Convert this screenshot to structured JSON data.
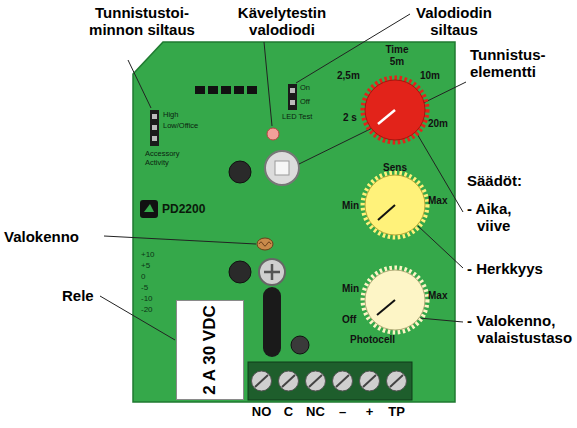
{
  "diagram": {
    "nodes": [
      {
        "text": [
          "2 A 30 VDC"
        ]
      }
    ],
    "labels": [
      "Tunnistustoi- minnon siltaus",
      "Kävelytestin valodiodi",
      "Valodiodin siltaus",
      "Tunnistus- elementti",
      "Säädöt:",
      "- Aika, viive",
      "- Herkkyys",
      "- Valokenno, valaistustaso",
      "Valokenno",
      "Rele",
      "Time",
      "5m",
      "2,5m",
      "10m",
      "2 s",
      "20m",
      "Sens",
      "Min",
      "Max",
      "Min",
      "Max",
      "Off",
      "Photocell",
      "PD2200",
      "High",
      "Low/Office",
      "Accessory",
      "Activity",
      "LED Test",
      "On",
      "Off",
      "+10",
      "+5",
      "0",
      "-5",
      "-10",
      "-20",
      "NO",
      "C",
      "NC",
      "–",
      "+",
      "TP"
    ]
  }
}
